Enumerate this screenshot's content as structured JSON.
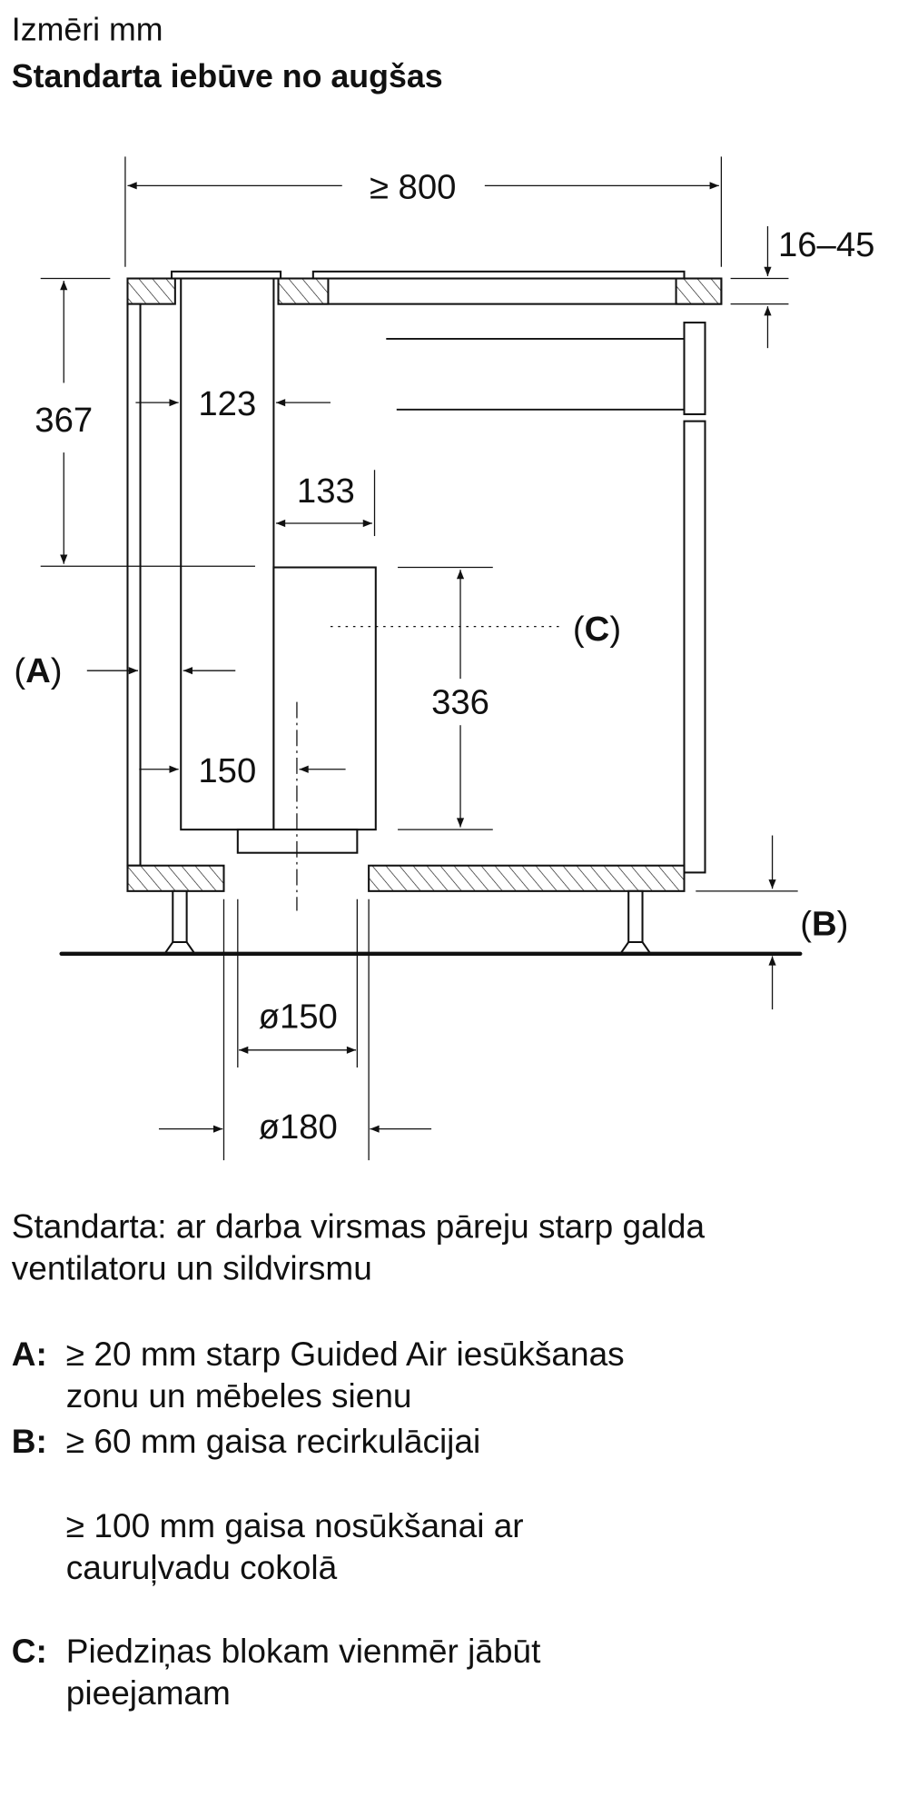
{
  "header": {
    "title": "Izmēri mm",
    "subtitle": "Standarta iebūve no augšas"
  },
  "diagram": {
    "dim_width": "≥ 800",
    "dim_worktop": "16–45",
    "dim_height_top": "367",
    "dim_duct_depth": "123",
    "dim_motor_depth": "133",
    "dim_motor_height": "336",
    "dim_bottom": "150",
    "dim_pipe_inner": "ø150",
    "dim_pipe_outer": "ø180",
    "label_a": "A",
    "label_b": "B",
    "label_c": "C",
    "paren_open": "(",
    "paren_close": ")"
  },
  "notes": {
    "intro_line1": "Standarta: ar darba virsmas pāreju starp galda",
    "intro_line2": "ventilatoru un sildvirsmu",
    "items": [
      {
        "key": "A:",
        "lines": [
          "≥ 20 mm starp Guided Air iesūkšanas",
          "zonu un mēbeles sienu"
        ]
      },
      {
        "key": "B:",
        "lines": [
          "≥ 60 mm gaisa recirkulācijai"
        ]
      },
      {
        "key": "",
        "lines": [
          "≥ 100 mm gaisa nosūkšanai ar",
          "cauruļvadu cokolā"
        ]
      },
      {
        "key": "C:",
        "lines": [
          "Piedziņas blokam vienmēr jābūt",
          "pieejamam"
        ]
      }
    ]
  }
}
